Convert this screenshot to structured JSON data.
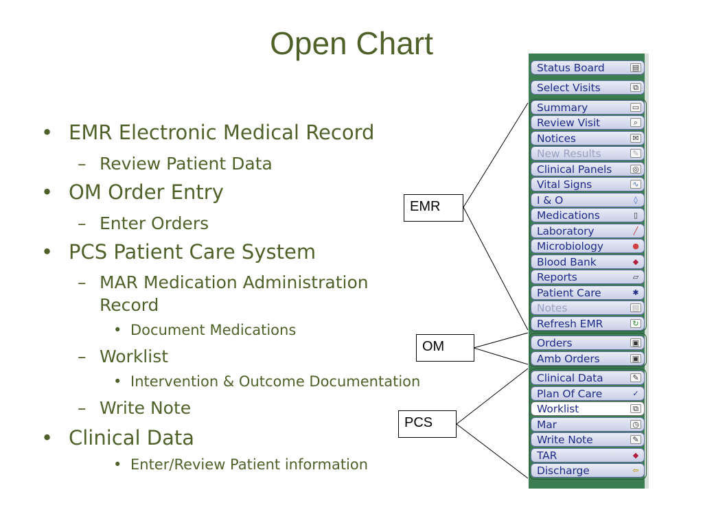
{
  "slide": {
    "title": "Open Chart"
  },
  "bullets": [
    {
      "level": 1,
      "marker": "•",
      "text": "EMR Electronic Medical Record"
    },
    {
      "level": 2,
      "marker": "–",
      "text": "Review Patient Data"
    },
    {
      "level": 1,
      "marker": "•",
      "text": "OM Order Entry"
    },
    {
      "level": 2,
      "marker": "–",
      "text": "Enter Orders"
    },
    {
      "level": 1,
      "marker": "•",
      "text": "PCS Patient Care System"
    },
    {
      "level": 2,
      "marker": "–",
      "text": "MAR Medication Administration"
    },
    {
      "level": 2,
      "marker": "",
      "text": "Record"
    },
    {
      "level": 3,
      "marker": "•",
      "text": "Document Medications"
    },
    {
      "level": 2,
      "marker": "–",
      "text": "Worklist"
    },
    {
      "level": 3,
      "marker": "•",
      "text": "Intervention & Outcome Documentation"
    },
    {
      "level": 2,
      "marker": "–",
      "text": "Write Note"
    },
    {
      "level": 1,
      "marker": "•",
      "text": "Clinical Data"
    },
    {
      "level": 3,
      "marker": "•",
      "text": "Enter/Review Patient information"
    }
  ],
  "callouts": {
    "emr": "EMR",
    "om": "OM",
    "pcs": "PCS"
  },
  "menu": {
    "top": [
      {
        "label": "Status Board",
        "icon": "board-icon"
      },
      {
        "label": "Select Visits",
        "icon": "visits-icon"
      }
    ],
    "emr": [
      {
        "label": "Summary",
        "icon": "folder-icon"
      },
      {
        "label": "Review Visit",
        "icon": "review-icon"
      },
      {
        "label": "Notices",
        "icon": "notice-icon"
      },
      {
        "label": "New Results",
        "icon": "results-icon",
        "disabled": true
      },
      {
        "label": "Clinical Panels",
        "icon": "panels-icon"
      },
      {
        "label": "Vital Signs",
        "icon": "vitals-icon"
      },
      {
        "label": "I & O",
        "icon": "drop-icon"
      },
      {
        "label": "Medications",
        "icon": "medication-icon"
      },
      {
        "label": "Laboratory",
        "icon": "lab-icon"
      },
      {
        "label": "Microbiology",
        "icon": "micro-icon"
      },
      {
        "label": "Blood Bank",
        "icon": "blood-icon"
      },
      {
        "label": "Reports",
        "icon": "report-icon"
      },
      {
        "label": "Patient Care",
        "icon": "care-icon"
      },
      {
        "label": "Notes",
        "icon": "notes-icon",
        "disabled": true
      },
      {
        "label": "Refresh EMR",
        "icon": "refresh-icon"
      }
    ],
    "om": [
      {
        "label": "Orders",
        "icon": "orders-icon"
      },
      {
        "label": "Amb Orders",
        "icon": "amb-orders-icon"
      }
    ],
    "pcs": [
      {
        "label": "Clinical Data",
        "icon": "edit-icon"
      },
      {
        "label": "Plan Of Care",
        "icon": "plan-icon"
      },
      {
        "label": "Worklist",
        "icon": "worklist-icon",
        "selected": true
      },
      {
        "label": "Mar",
        "icon": "mar-icon"
      },
      {
        "label": "Write Note",
        "icon": "write-icon"
      },
      {
        "label": "TAR",
        "icon": "tar-icon"
      },
      {
        "label": "Discharge",
        "icon": "discharge-icon"
      }
    ]
  }
}
